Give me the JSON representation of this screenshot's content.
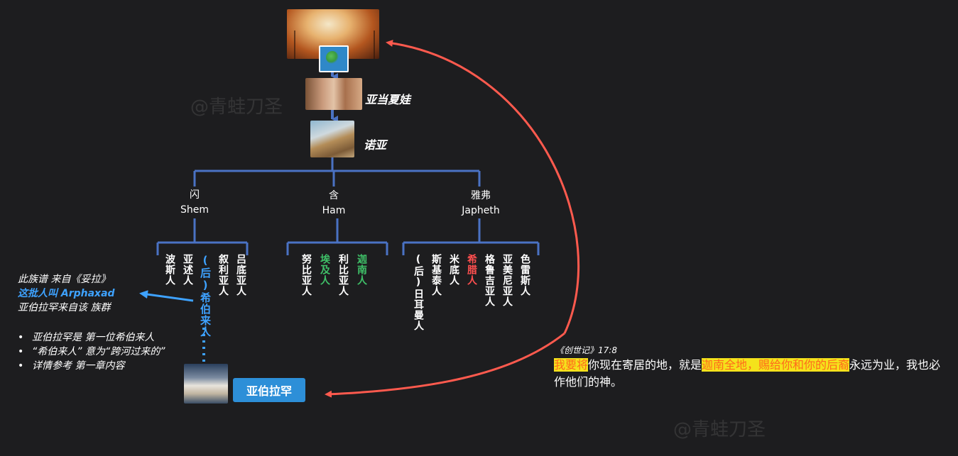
{
  "watermark": "@青蛙刀圣",
  "generations": {
    "adam_eve": "亚当夏娃",
    "noah": "诺亚"
  },
  "sons": {
    "shem": {
      "cn": "闪",
      "en": "Shem"
    },
    "ham": {
      "cn": "含",
      "en": "Ham"
    },
    "japheth": {
      "cn": "雅弗",
      "en": "Japheth"
    }
  },
  "shem_peoples": [
    "波斯人",
    "亚述人",
    "(后)希伯来人",
    "叙利亚人",
    "吕底亚人"
  ],
  "ham_peoples": [
    "努比亚人",
    "埃及人",
    "利比亚人",
    "迦南人"
  ],
  "japheth_peoples": [
    "(后)日耳曼人",
    "斯基泰人",
    "米底人",
    "希腊人",
    "格鲁吉亚人",
    "亚美尼亚人",
    "色雷斯人"
  ],
  "note": {
    "line1": "此族谱 来自《妥拉》",
    "line2": "这批人叫 Arphaxad",
    "line3": "亚伯拉罕来自该 族群"
  },
  "bullets": [
    "亚伯拉罕是 第一位希伯来人",
    "“希伯来人” 意为“跨河过来的”",
    "详情参考 第一章内容"
  ],
  "abraham": "亚伯拉罕",
  "verse": {
    "ref": "《创世记》17:8",
    "part1": "我要将",
    "part2": "你现在寄居的地，就是",
    "part3": "迦南全地，赐给你和你的后裔",
    "part4": "永远为业，我也必作他们的神。"
  },
  "colors": {
    "tree_line": "#4a72c4",
    "arrow_red": "#ff5a4e",
    "arrow_blue": "#3ea2ff",
    "highlight_green": "#3fc068",
    "highlight_red": "#ff4f4f",
    "abraham_box": "#2d8fd8",
    "verse_highlight": "#f4e21b"
  }
}
